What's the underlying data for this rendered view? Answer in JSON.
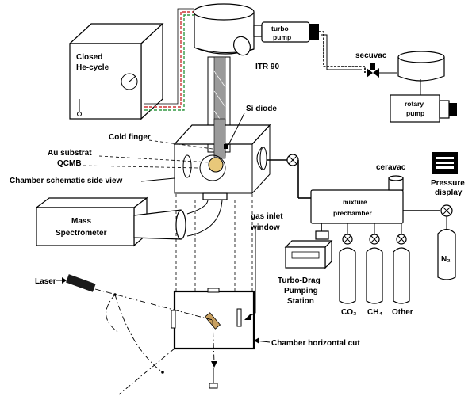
{
  "labels": {
    "closed_he_cycle_1": "Closed",
    "closed_he_cycle_2": "He-cycle",
    "turbo_pump_1": "turbo",
    "turbo_pump_2": "pump",
    "itr90": "ITR 90",
    "secuvac": "secuvac",
    "rotary_pump_1": "rotary",
    "rotary_pump_2": "pump",
    "si_diode": "Si diode",
    "cold_finger": "Cold finger",
    "au_substrat": "Au substrat",
    "qcmb": "QCMB",
    "chamber_side_view": "Chamber schematic side view",
    "mass_spec_1": "Mass",
    "mass_spec_2": "Spectrometer",
    "gas_inlet_1": "gas inlet",
    "gas_inlet_2": "window",
    "ceravac": "ceravac",
    "pressure_display_1": "Pressure",
    "pressure_display_2": "display",
    "mixture_prechamber_1": "mixture",
    "mixture_prechamber_2": "prechamber",
    "turbo_drag_1": "Turbo-Drag",
    "turbo_drag_2": "Pumping",
    "turbo_drag_3": "Station",
    "co2": "CO₂",
    "ch4": "CH₄",
    "other": "Other",
    "n2": "N₂",
    "laser": "Laser",
    "chamber_horizontal_cut": "Chamber horizontal cut"
  },
  "colors": {
    "line": "#000000",
    "he_line_red": "#cc3333",
    "he_line_green": "#339944",
    "cold_finger_fill": "#9a9a9a",
    "substrate_fill": "#e8c87a",
    "sample_fill": "#c8a060",
    "laser_fill": "#1a1a1a"
  }
}
